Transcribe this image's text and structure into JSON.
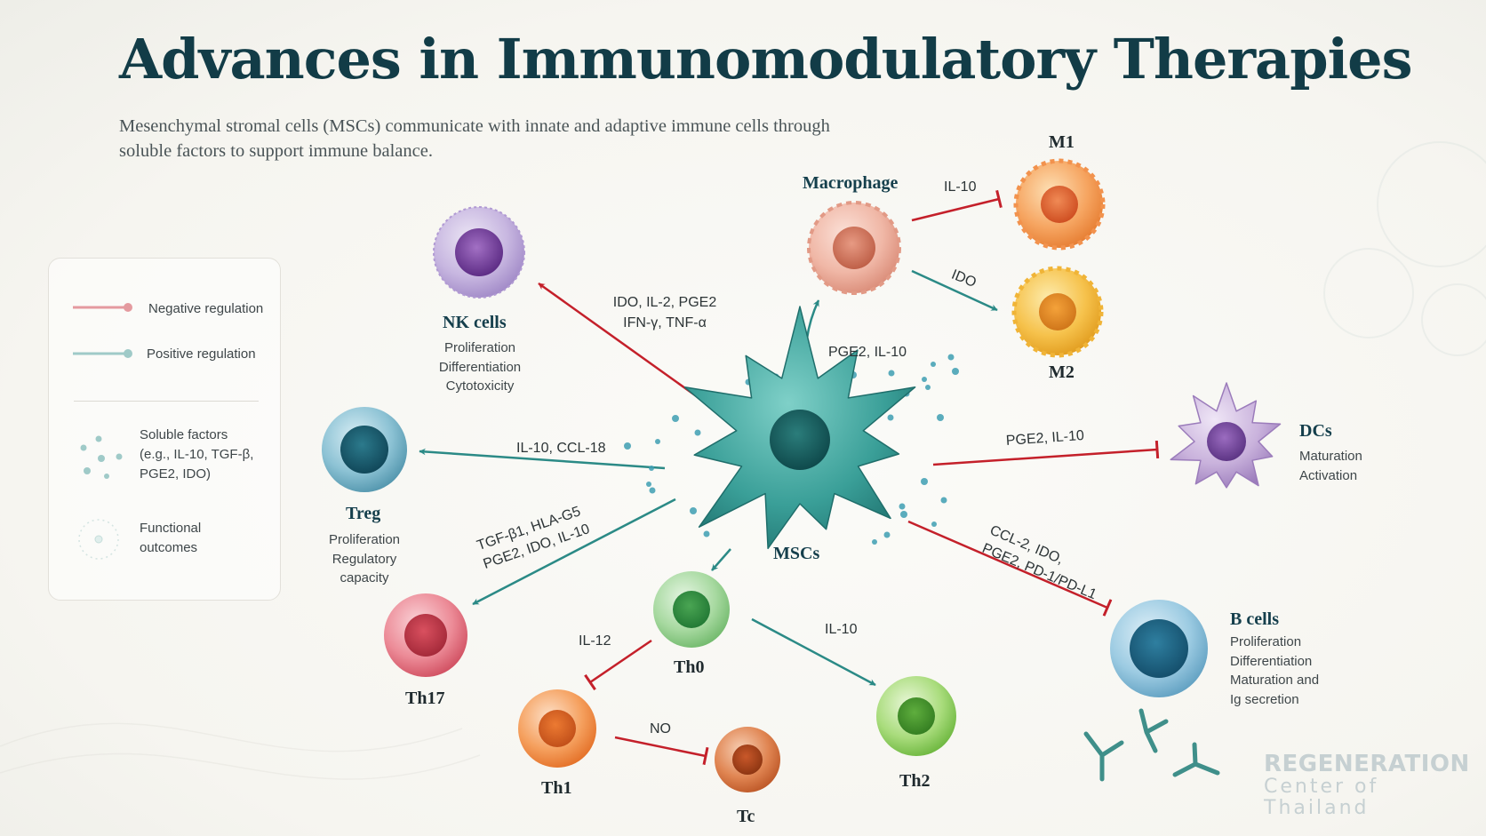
{
  "title": "Advances in Immunomodulatory Therapies",
  "subtitle": "Mesenchymal stromal cells (MSCs) communicate with innate and adaptive immune cells through soluble factors to support immune balance.",
  "colors": {
    "negative": "#c4202a",
    "positive": "#2b8a86",
    "title": "#123c47",
    "msc": "#2a8f8a"
  },
  "legend": {
    "negative_label": "Negative regulation",
    "positive_label": "Positive regulation",
    "soluble_label_1": "Soluble factors",
    "soluble_label_2": "(e.g., IL-10, TGF-β,",
    "soluble_label_3": "PGE2, IDO)",
    "functional_label_1": "Functional",
    "functional_label_2": "outcomes"
  },
  "cells": {
    "msc": "MSCs",
    "nk": "NK cells",
    "nk_outcome_1": "Proliferation",
    "nk_outcome_2": "Differentiation",
    "nk_outcome_3": "Cytotoxicity",
    "macrophage": "Macrophage",
    "m1": "M1",
    "m2": "M2",
    "dc": "DCs",
    "dc_outcome_1": "Maturation",
    "dc_outcome_2": "Activation",
    "treg": "Treg",
    "treg_outcome_1": "Proliferation",
    "treg_outcome_2": "Regulatory",
    "treg_outcome_3": "capacity",
    "b": "B cells",
    "b_outcome_1": "Proliferation",
    "b_outcome_2": "Differentiation",
    "b_outcome_3": "Maturation and",
    "b_outcome_4": "Ig secretion",
    "th17": "Th17",
    "th0": "Th0",
    "th1": "Th1",
    "th2": "Th2",
    "tc": "Tc"
  },
  "factors": {
    "nk_1": "IDO, IL-2, PGE2",
    "nk_2": "IFN-γ, TNF-α",
    "macrophage": "PGE2, IL-10",
    "m1": "IL-10",
    "m2": "IDO",
    "dc": "PGE2, IL-10",
    "treg": "IL-10, CCL-18",
    "th17_1": "TGF-β1, HLA-G5",
    "th17_2": "PGE2, IDO, IL-10",
    "b_1": "CCL-2, IDO,",
    "b_2": "PGE2, PD-1/PD-L1",
    "th1": "IL-12",
    "th2": "IL-10",
    "tc": "NO"
  },
  "watermark": {
    "line1": "REGENERATION",
    "line2": "Center of Thailand"
  }
}
